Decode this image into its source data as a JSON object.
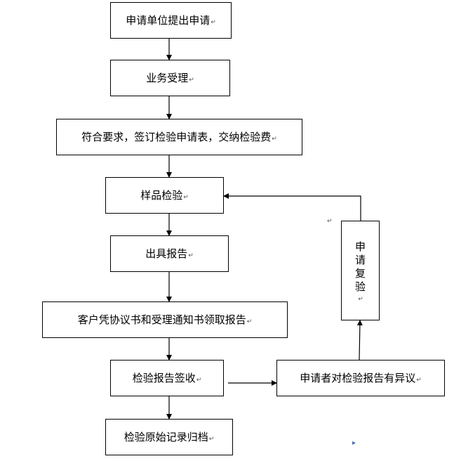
{
  "diagram": {
    "steps": [
      {
        "id": "submit",
        "label": "申请单位提出申请"
      },
      {
        "id": "accept",
        "label": "业务受理"
      },
      {
        "id": "agreement",
        "label": "符合要求，签订检验申请表，交纳检验费"
      },
      {
        "id": "inspection",
        "label": "样品检验"
      },
      {
        "id": "report",
        "label": "出具报告"
      },
      {
        "id": "collect",
        "label": "客户凭协议书和受理通知书领取报告"
      },
      {
        "id": "sign",
        "label": "检验报告签收"
      },
      {
        "id": "archive",
        "label": "检验原始记录归档"
      }
    ],
    "objection": {
      "label": "申请者对检验报告有异议"
    },
    "recheck": {
      "chars": [
        "申",
        "请",
        "复",
        "验"
      ]
    },
    "paragraph_mark": "↵",
    "nav_arrow": "▸"
  }
}
